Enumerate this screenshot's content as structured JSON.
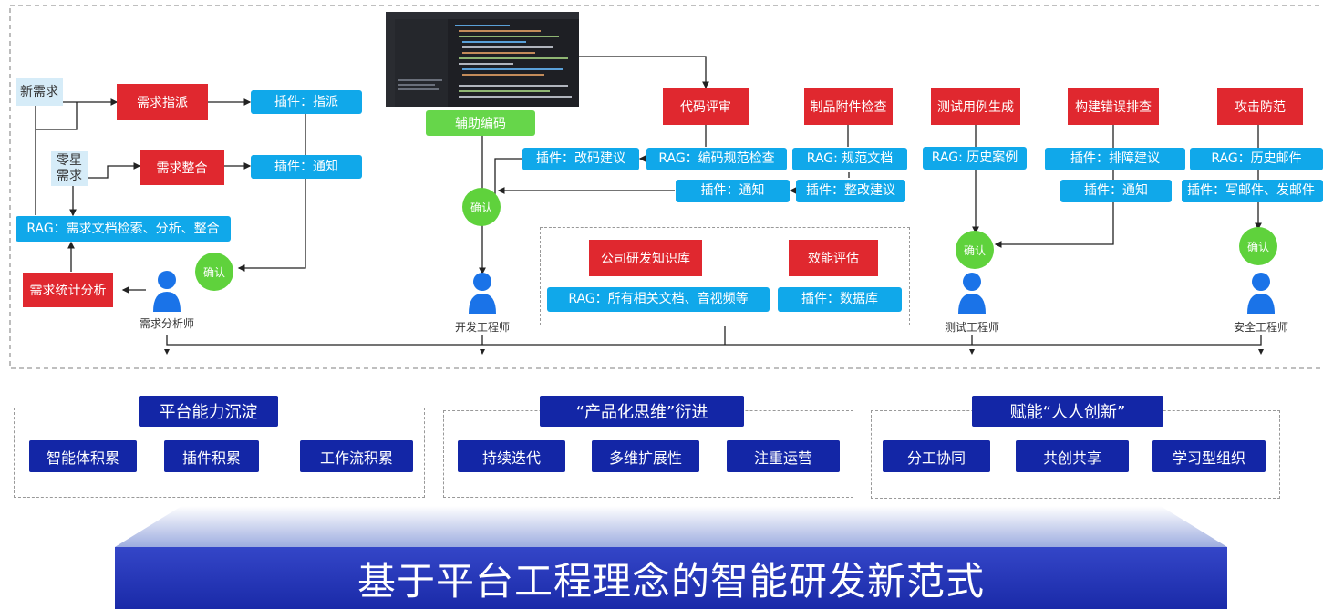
{
  "requirements": {
    "new_demand": "新需求",
    "sporadic_demand": "零星\n需求",
    "assign": "需求指派",
    "plugin_assign": "插件：指派",
    "integrate": "需求整合",
    "plugin_notify": "插件：通知",
    "rag_docs": "RAG：需求文档检索、分析、整合",
    "stats": "需求统计分析",
    "confirm": "确认",
    "role": "需求分析师"
  },
  "development": {
    "assist_coding": "辅助编码",
    "confirm": "确认",
    "role": "开发工程师",
    "plugin_code_suggest": "插件：改码建议",
    "rag_code_check": "RAG：编码规范检查",
    "plugin_notify": "插件：通知"
  },
  "review": {
    "code_review": "代码评审",
    "artifact_check": "制品附件检查",
    "rag_spec_docs": "RAG: 规范文档",
    "plugin_fix_suggest": "插件：整改建议"
  },
  "knowledge": {
    "kb": "公司研发知识库",
    "perf_eval": "效能评估",
    "rag_all_docs": "RAG：所有相关文档、音视频等",
    "plugin_db": "插件：数据库"
  },
  "testing": {
    "case_gen": "测试用例生成",
    "rag_history_cases": "RAG: 历史案例",
    "build_error": "构建错误排查",
    "plugin_troubleshoot": "插件：排障建议",
    "plugin_notify": "插件：通知",
    "confirm": "确认",
    "role": "测试工程师"
  },
  "security": {
    "attack_defense": "攻击防范",
    "rag_history_mail": "RAG：历史邮件",
    "plugin_mail": "插件：写邮件、发邮件",
    "confirm": "确认",
    "role": "安全工程师"
  },
  "platform_capability": {
    "title": "平台能力沉淀",
    "items": [
      "智能体积累",
      "插件积累",
      "工作流积累"
    ]
  },
  "product_thinking": {
    "title": "“产品化思维”衍进",
    "items": [
      "持续迭代",
      "多维扩展性",
      "注重运营"
    ]
  },
  "empower": {
    "title": "赋能“人人创新”",
    "items": [
      "分工协同",
      "共创共享",
      "学习型组织"
    ]
  },
  "banner": "基于平台工程理念的智能研发新范式",
  "colors": {
    "red": "#e0282f",
    "blue": "#10a8ea",
    "green": "#5fd23c",
    "navy": "#1326a6"
  }
}
